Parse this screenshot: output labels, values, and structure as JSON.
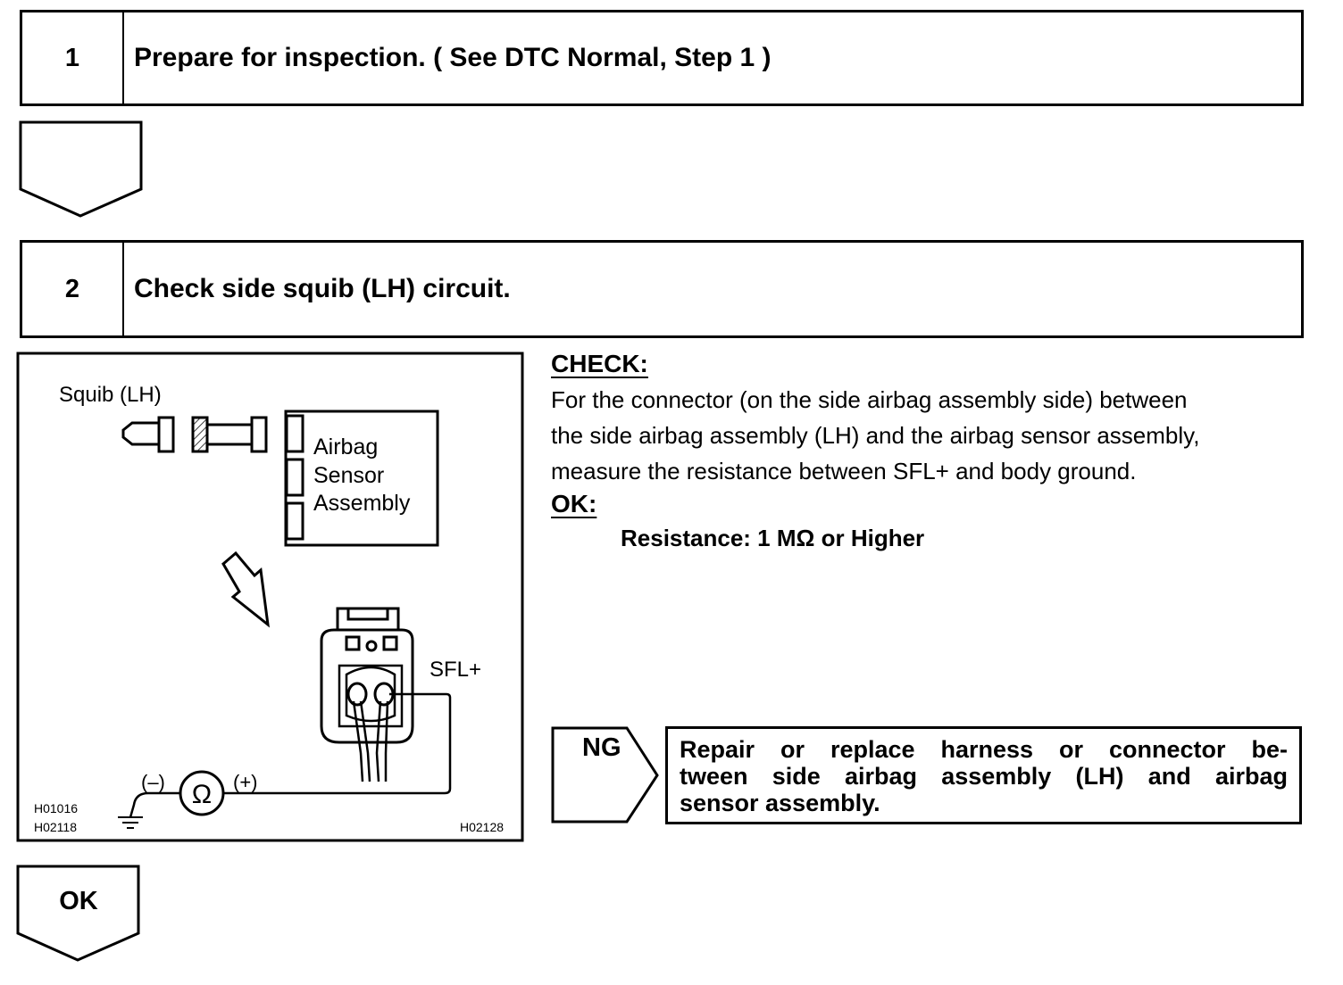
{
  "steps": [
    {
      "number": "1",
      "title": "Prepare for inspection. ( See DTC Normal, Step 1 )"
    },
    {
      "number": "2",
      "title": "Check side squib (LH) circuit."
    }
  ],
  "diagram": {
    "squib_label": "Squib (LH)",
    "sensor_label_1": "Airbag",
    "sensor_label_2": "Sensor",
    "sensor_label_3": "Assembly",
    "terminal_label": "SFL+",
    "meter_minus": "(–)",
    "meter_plus": "(+)",
    "meter_symbol": "Ω",
    "code_1": "H01016",
    "code_2": "H02118",
    "code_3": "H02128"
  },
  "check": {
    "heading": "CHECK:",
    "lines": [
      "For the connector (on the side airbag assembly side) between",
      "the side airbag assembly (LH) and the airbag sensor assembly,",
      "measure the resistance between SFL+ and body ground."
    ],
    "ok_heading": "OK:",
    "ok_value": "Resistance: 1 MΩ or Higher"
  },
  "ng": {
    "label": "NG",
    "lines": [
      "Repair or replace harness or connector be-",
      "tween side airbag assembly (LH) and airbag",
      "sensor assembly."
    ]
  },
  "ok_arrow": {
    "label": "OK"
  }
}
